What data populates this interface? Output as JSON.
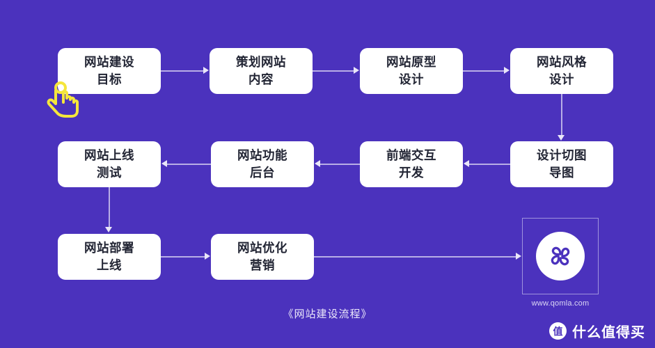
{
  "diagram": {
    "caption": "《网站建设流程》",
    "background_color": "#4b32bd",
    "node_color": "#ffffff",
    "node_text_color": "#222534",
    "connector_color": "#b8aee6",
    "cursor_color": "#f5e63c",
    "nodes": [
      {
        "id": "n1",
        "line1": "网站建设",
        "line2": "目标",
        "row": 1,
        "col": 1
      },
      {
        "id": "n2",
        "line1": "策划网站",
        "line2": "内容",
        "row": 1,
        "col": 2
      },
      {
        "id": "n3",
        "line1": "网站原型",
        "line2": "设计",
        "row": 1,
        "col": 3
      },
      {
        "id": "n4",
        "line1": "网站风格",
        "line2": "设计",
        "row": 1,
        "col": 4
      },
      {
        "id": "n5",
        "line1": "网站上线",
        "line2": "测试",
        "row": 2,
        "col": 1
      },
      {
        "id": "n6",
        "line1": "网站功能",
        "line2": "后台",
        "row": 2,
        "col": 2
      },
      {
        "id": "n7",
        "line1": "前端交互",
        "line2": "开发",
        "row": 2,
        "col": 3
      },
      {
        "id": "n8",
        "line1": "设计切图",
        "line2": "导图",
        "row": 2,
        "col": 4
      },
      {
        "id": "n9",
        "line1": "网站部署",
        "line2": "上线",
        "row": 3,
        "col": 1
      },
      {
        "id": "n10",
        "line1": "网站优化",
        "line2": "营销",
        "row": 3,
        "col": 2
      }
    ],
    "edges": [
      {
        "from": "n1",
        "to": "n2",
        "direction": "right"
      },
      {
        "from": "n2",
        "to": "n3",
        "direction": "right"
      },
      {
        "from": "n3",
        "to": "n4",
        "direction": "right"
      },
      {
        "from": "n4",
        "to": "n8",
        "direction": "down"
      },
      {
        "from": "n8",
        "to": "n7",
        "direction": "left"
      },
      {
        "from": "n7",
        "to": "n6",
        "direction": "left"
      },
      {
        "from": "n6",
        "to": "n5",
        "direction": "left"
      },
      {
        "from": "n5",
        "to": "n9",
        "direction": "down"
      },
      {
        "from": "n9",
        "to": "n10",
        "direction": "right"
      },
      {
        "from": "n10",
        "to": "logo-box",
        "direction": "right"
      }
    ]
  },
  "brand": {
    "logo_icon": "qomla-pinwheel-logo",
    "url": "www.qomla.com"
  },
  "watermark": {
    "badge_char": "值",
    "label": "什么值得买"
  },
  "cursor": {
    "icon": "tap-hand-cursor-icon"
  }
}
